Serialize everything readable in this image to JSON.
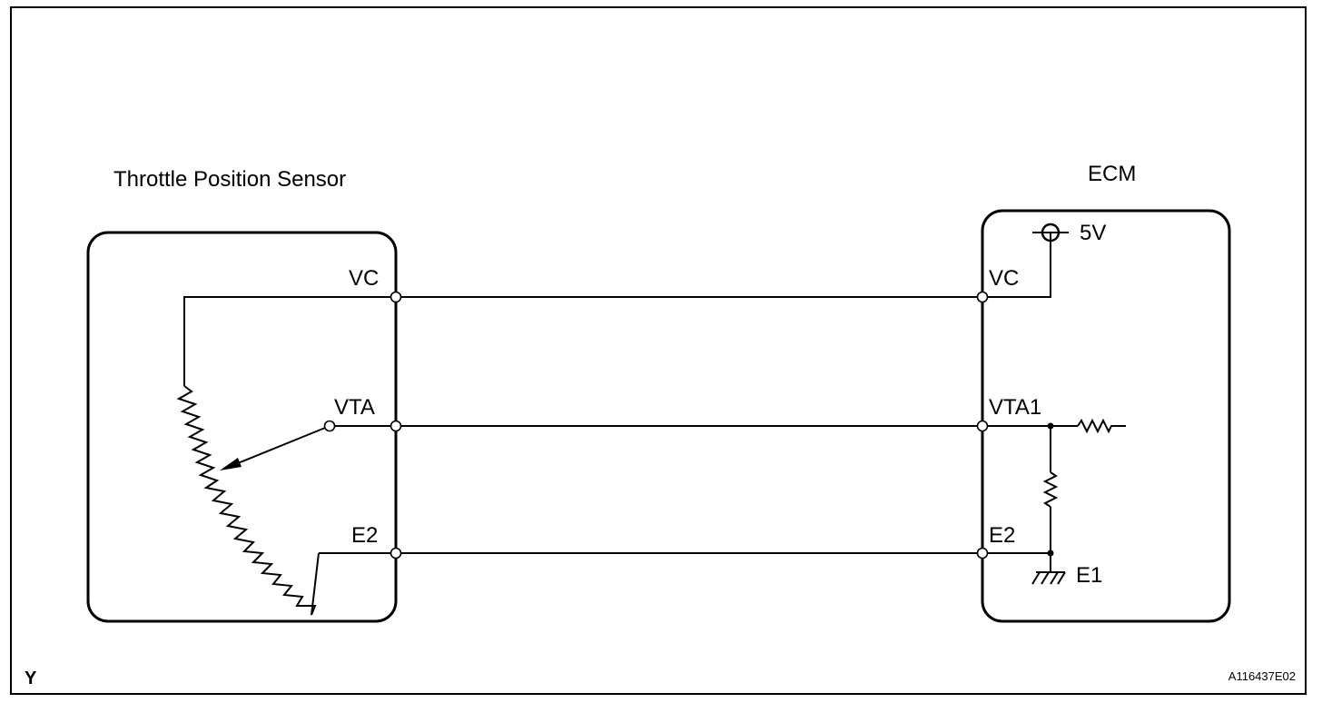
{
  "sensor": {
    "title": "Throttle Position Sensor",
    "pins": {
      "vc": "VC",
      "vta": "VTA",
      "e2": "E2"
    }
  },
  "ecm": {
    "title": "ECM",
    "supply": "5V",
    "pins": {
      "vc": "VC",
      "vta1": "VTA1",
      "e2": "E2",
      "e1": "E1"
    }
  },
  "corner_letter": "Y",
  "figure_code": "A116437E02"
}
